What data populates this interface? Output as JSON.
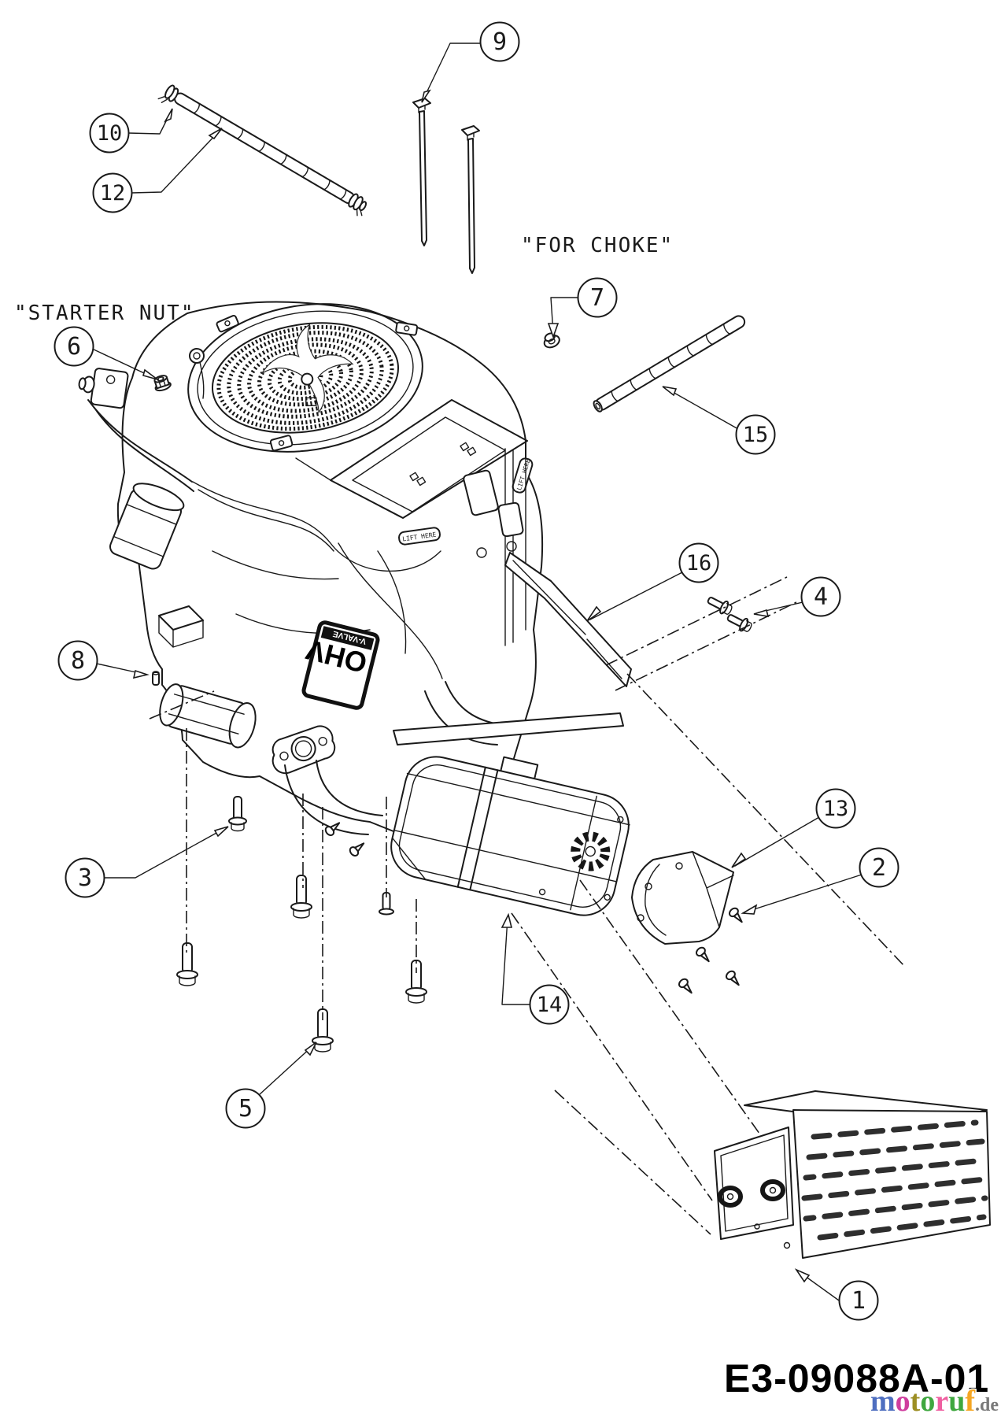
{
  "page": {
    "background": "#ffffff",
    "line_color": "#1a1a1a"
  },
  "labels": {
    "starter_nut": "\"STARTER NUT\"",
    "for_choke": "\"FOR CHOKE\""
  },
  "engine": {
    "ohv_label": "OHV",
    "v_valve_label": "V-VALVE",
    "lift_here_label": "LIFT HERE",
    "lift_here_label_2": "LIFT HERE"
  },
  "callouts": {
    "c1": "1",
    "c2": "2",
    "c3": "3",
    "c4": "4",
    "c5": "5",
    "c6": "6",
    "c7": "7",
    "c8": "8",
    "c9": "9",
    "c10": "10",
    "c12": "12",
    "c13": "13",
    "c14": "14",
    "c15": "15",
    "c16": "16"
  },
  "footer": {
    "part_number": "E3-09088A-01"
  },
  "watermark": {
    "text": "motoruf.de",
    "suffix": ".de",
    "suffix_color": "#7a7a7a",
    "letters": [
      {
        "ch": "m",
        "color": "#4f6fc0"
      },
      {
        "ch": "o",
        "color": "#cf3e9e"
      },
      {
        "ch": "t",
        "color": "#9d8f24"
      },
      {
        "ch": "o",
        "color": "#3fa73f"
      },
      {
        "ch": "r",
        "color": "#ef5fa0"
      },
      {
        "ch": "u",
        "color": "#3fa73f"
      },
      {
        "ch": "f",
        "color": "#f5a623"
      }
    ]
  }
}
